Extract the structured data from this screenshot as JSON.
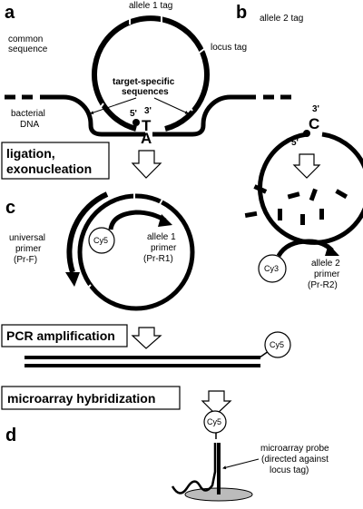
{
  "panels": {
    "a": "a",
    "b": "b",
    "c": "c",
    "d": "d"
  },
  "panel_a": {
    "allele1_tag": "allele 1 tag",
    "common_sequence_line1": "common",
    "common_sequence_line2": "sequence",
    "locus_tag": "locus tag",
    "target_specific_line1": "target-specific",
    "target_specific_line2": "sequences",
    "bacterial_dna_line1": "bacterial",
    "bacterial_dna_line2": "DNA",
    "five_prime": "5'",
    "three_prime": "3'",
    "base_top": "T",
    "base_bottom": "A"
  },
  "panel_b": {
    "allele2_tag": "allele 2 tag",
    "three_prime": "3'",
    "five_prime": "5'",
    "base": "C"
  },
  "steps": {
    "ligation_line1": "ligation,",
    "ligation_line2": "exonucleation",
    "pcr": "PCR amplification",
    "hybridization": "microarray hybridization"
  },
  "panel_c": {
    "universal_line1": "universal",
    "universal_line2": "primer",
    "universal_line3": "(Pr-F)",
    "cy5": "Cy5",
    "allele1_line1": "allele 1",
    "allele1_line2": "primer",
    "allele1_line3": "(Pr-R1)",
    "cy3": "Cy3",
    "allele2_line1": "allele 2",
    "allele2_line2": "primer",
    "allele2_line3": "(Pr-R2)"
  },
  "pcr_product": {
    "cy5": "Cy5"
  },
  "panel_d": {
    "cy5": "Cy5",
    "probe_line1": "microarray probe",
    "probe_line2": "(directed against",
    "probe_line3": "locus tag)"
  }
}
